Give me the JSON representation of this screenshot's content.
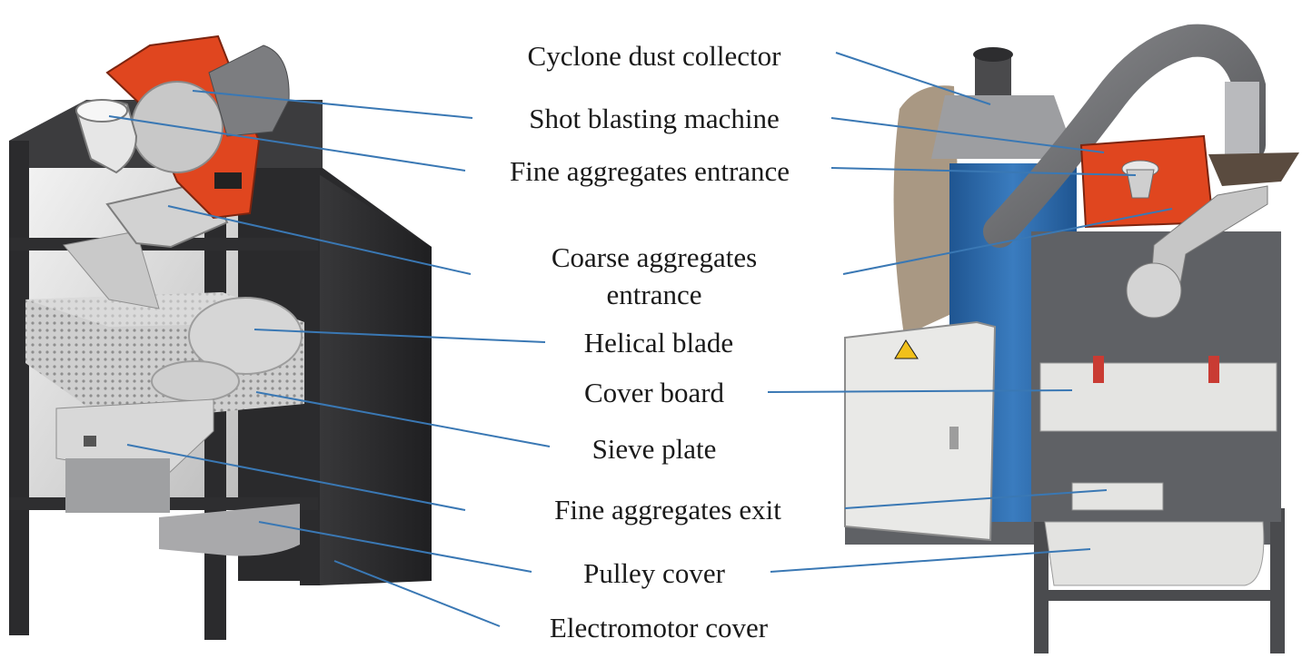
{
  "labels": {
    "cyclone": "Cyclone dust collector",
    "shot_blasting": "Shot blasting machine",
    "fine_entrance": "Fine aggregates entrance",
    "coarse_entrance_line1": "Coarse aggregates",
    "coarse_entrance_line2": "entrance",
    "helical_blade": "Helical blade",
    "cover_board": "Cover board",
    "sieve_plate": "Sieve plate",
    "fine_exit": "Fine aggregates exit",
    "pulley_cover": "Pulley cover",
    "electromotor_cover": "Electromotor cover"
  },
  "colors": {
    "leader_line": "#3a78b4",
    "motor_red": "#e0461f",
    "cabinet_dark": "#2e2e30",
    "cabinet_gray": "#5f6165",
    "panel_light": "#e4e4e2",
    "motor_blue": "#2f6aa6",
    "hose_gray": "#6c6d70"
  }
}
